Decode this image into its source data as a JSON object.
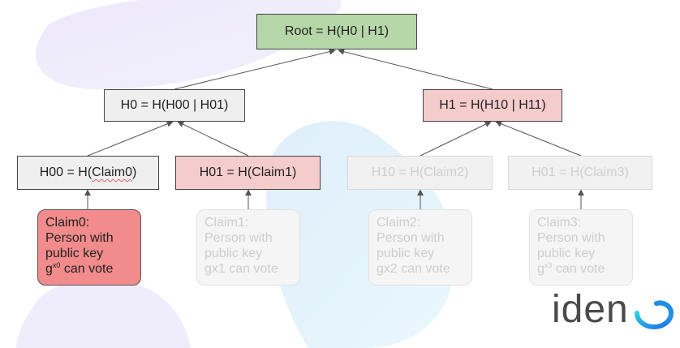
{
  "nodes": {
    "root": "Root = H(H0 | H1)",
    "h0": "H0 = H(H00 | H01)",
    "h1": "H1 = H(H10 | H11)",
    "h00_prefix": "H00 = H(",
    "h00_word": "Claim0",
    "h00_suffix": ")",
    "h01": "H01 = H(Claim1)",
    "h10": "H10 = H(Claim2)",
    "h11": "H01 = H(Claim3)"
  },
  "claims": {
    "claim0": {
      "line1": "Claim0:",
      "line2": "Person with",
      "line3": "public key",
      "base": "g",
      "sup": "x0",
      "tail": " can vote"
    },
    "claim1": {
      "line1": "Claim1:",
      "line2": "Person with",
      "line3": "public key",
      "line4": "gx1 can vote"
    },
    "claim2": {
      "line1": "Claim2:",
      "line2": "Person with",
      "line3": "public key",
      "line4": "gx2 can vote"
    },
    "claim3": {
      "line1": "Claim3:",
      "line2": "Person with",
      "line3": "public key",
      "base": "g",
      "sup": "x3",
      "tail": " can vote"
    }
  },
  "logo": {
    "text": "iden",
    "mark": "3"
  },
  "colors": {
    "root_fill": "#b6d7a8",
    "node_fill": "#efefef",
    "highlight_fill": "#f4cccc",
    "claim_highlight": "#f28b8b",
    "faded_text": "#cfcfcf",
    "logo_blue": "#1e8fe3",
    "logo_cyan": "#2bd0e8"
  }
}
